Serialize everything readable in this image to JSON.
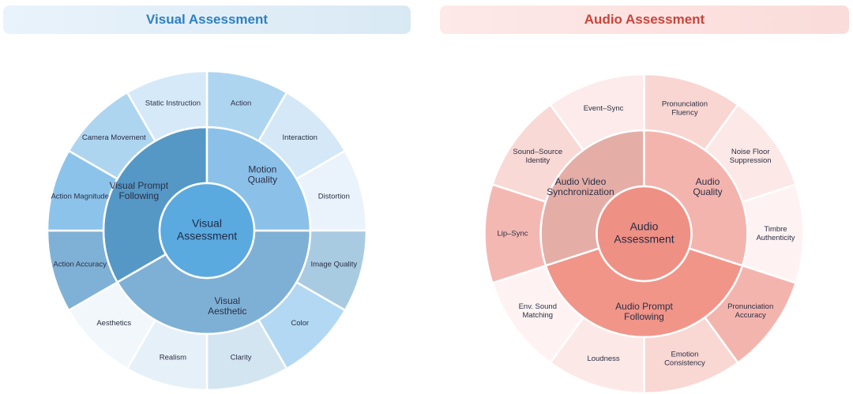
{
  "panels": [
    {
      "id": "visual",
      "title": "Visual Assessment",
      "title_color": "#2f80c0",
      "center": {
        "label": [
          "Visual",
          "Assessment"
        ],
        "color": "#5aaae0"
      },
      "categories": [
        {
          "label": [
            "Motion",
            "Quality"
          ],
          "color": "#8bc1e8",
          "items": [
            {
              "label": [
                "Action"
              ],
              "color": "#aed5f0"
            },
            {
              "label": [
                "Interaction"
              ],
              "color": "#d4e8f7"
            },
            {
              "label": [
                "Distortion"
              ],
              "color": "#eaf3fb"
            }
          ]
        },
        {
          "label": [
            "Visual",
            "Aesthetic"
          ],
          "color": "#7eb0d5",
          "items": [
            {
              "label": [
                "Image Quality"
              ],
              "color": "#a9cbe2"
            },
            {
              "label": [
                "Color"
              ],
              "color": "#b2d8f3"
            },
            {
              "label": [
                "Clarity"
              ],
              "color": "#d4e5f2"
            },
            {
              "label": [
                "Realism"
              ],
              "color": "#e6f0f8"
            },
            {
              "label": [
                "Aesthetics"
              ],
              "color": "#f2f7fc"
            }
          ]
        },
        {
          "label": [
            "Visual Prompt",
            "Following"
          ],
          "color": "#5598c6",
          "items": [
            {
              "label": [
                "Action Accuracy"
              ],
              "color": "#7fb1d6"
            },
            {
              "label": [
                "Action Magnitude"
              ],
              "color": "#8cc3ea"
            },
            {
              "label": [
                "Camera Movement"
              ],
              "color": "#aed5f0"
            },
            {
              "label": [
                "Static Instruction"
              ],
              "color": "#d6e9f8"
            }
          ]
        }
      ]
    },
    {
      "id": "audio",
      "title": "Audio Assessment",
      "title_color": "#c9443a",
      "center": {
        "label": [
          "Audio",
          "Assessment"
        ],
        "color": "#ef9085"
      },
      "categories": [
        {
          "label": [
            "Audio",
            "Quality"
          ],
          "color": "#f4b4ae",
          "items": [
            {
              "label": [
                "Pronunciation",
                "Fluency"
              ],
              "color": "#f9d6d2"
            },
            {
              "label": [
                "Noise Floor",
                "Suppression"
              ],
              "color": "#fce8e6"
            },
            {
              "label": [
                "Timbre",
                "Authenticity"
              ],
              "color": "#fef3f2"
            }
          ]
        },
        {
          "label": [
            "Audio Prompt",
            "Following"
          ],
          "color": "#f19589",
          "items": [
            {
              "label": [
                "Pronunciation",
                "Accuracy"
              ],
              "color": "#f4b4ae"
            },
            {
              "label": [
                "Emotion",
                "Consistency"
              ],
              "color": "#f9d7d3"
            },
            {
              "label": [
                "Loudness"
              ],
              "color": "#fce9e7"
            },
            {
              "label": [
                "Env. Sound",
                "Matching"
              ],
              "color": "#fef3f2"
            }
          ]
        },
        {
          "label": [
            "Audio Video",
            "Synchronization"
          ],
          "color": "#e4aea7",
          "items": [
            {
              "label": [
                "Lip–Sync"
              ],
              "color": "#f4b8b2"
            },
            {
              "label": [
                "Sound–Source",
                "Identity"
              ],
              "color": "#f9d9d5"
            },
            {
              "label": [
                "Event–Sync"
              ],
              "color": "#fcebea"
            }
          ]
        }
      ]
    }
  ]
}
